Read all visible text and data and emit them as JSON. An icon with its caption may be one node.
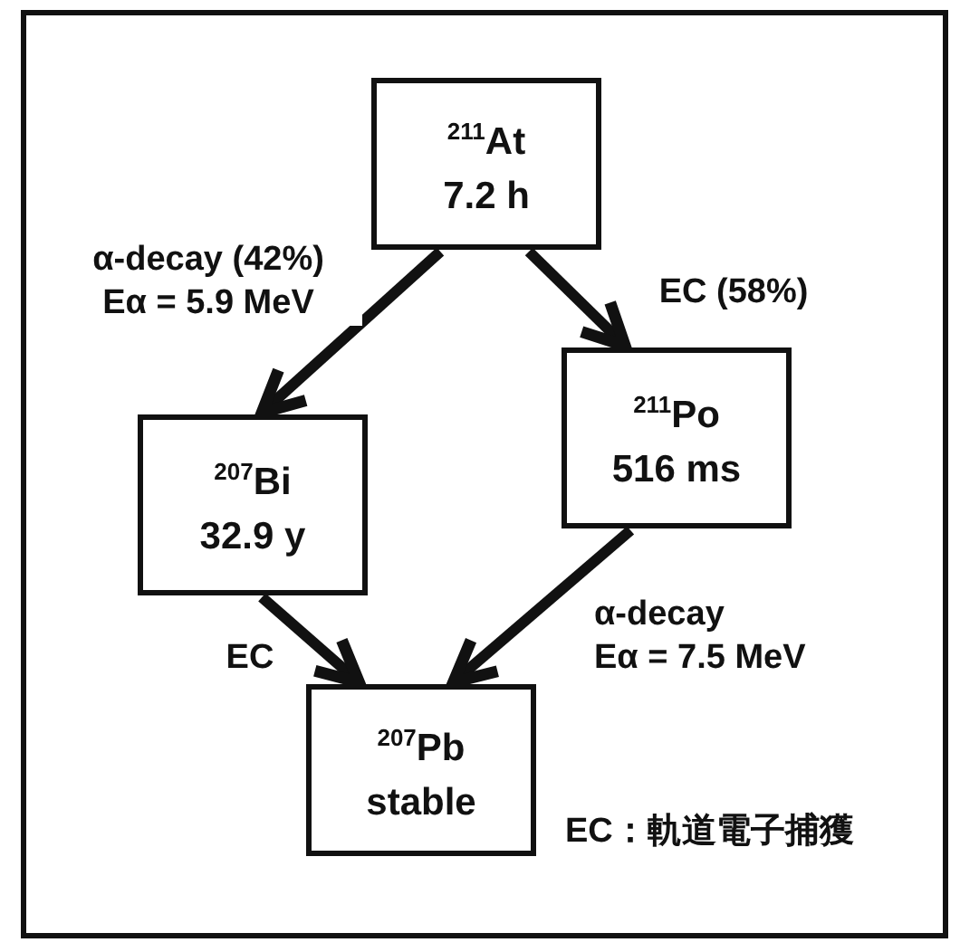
{
  "diagram": {
    "nodes": [
      {
        "text": [
          "$^{211}$At",
          "7.2 h"
        ]
      },
      {
        "text": [
          "$^{207}$Bi",
          "32.9 y"
        ]
      },
      {
        "text": [
          "$^{211}$Po",
          "516 ms"
        ]
      },
      {
        "text": [
          "$^{207}$Pb",
          "stable"
        ]
      }
    ],
    "edges": [
      {
        "from": 0,
        "to": 1,
        "arrow": "to",
        "label": "α-decay (42%) Eα = 5.9 MeV"
      },
      {
        "from": 0,
        "to": 2,
        "arrow": "to",
        "label": "EC (58%)"
      },
      {
        "from": 1,
        "to": 3,
        "arrow": "to",
        "label": "EC"
      },
      {
        "from": 2,
        "to": 3,
        "arrow": "to",
        "label": "α-decay Eα = 7.5 MeV"
      }
    ],
    "labels": [
      "EC：軌道電子捕獲"
    ]
  }
}
